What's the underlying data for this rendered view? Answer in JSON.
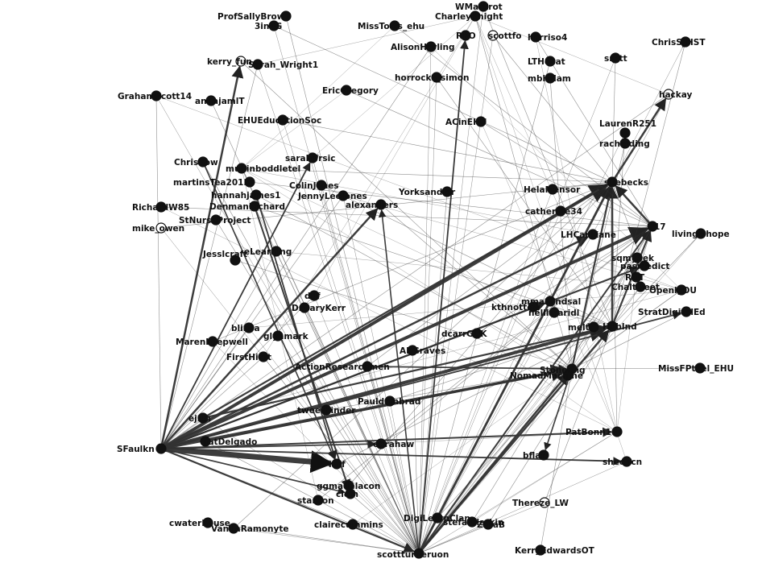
{
  "diagram": {
    "type": "directed network graph",
    "colors": {
      "node": "#111111",
      "node_hollow": "#ffffff",
      "edge": "#333333",
      "background": "#ffffff",
      "label": "#111111"
    },
    "nodes": [
      {
        "id": "SFaulkner",
        "label": "SFaulkn"
      },
      {
        "id": "scottturneruon",
        "label": "scottturneruon"
      },
      {
        "id": "suebecks",
        "label": "suebecks"
      },
      {
        "id": "b17",
        "label": "17"
      },
      {
        "id": "hackay",
        "label": "hackay"
      },
      {
        "id": "HubInd",
        "label": "HubInd"
      },
      {
        "id": "StoneEng",
        "label": "StoneEng"
      },
      {
        "id": "ProfSallyBrown",
        "label": "ProfSallyBrown"
      },
      {
        "id": "3in4G",
        "label": "3in4G"
      },
      {
        "id": "MissTotts_ehu",
        "label": "MissTotts_ehu"
      },
      {
        "id": "WMarkrot",
        "label": "WMarkrot"
      },
      {
        "id": "CharleyKnight",
        "label": "CharleyKnight"
      },
      {
        "id": "AlisonHarling",
        "label": "AlisonHarling"
      },
      {
        "id": "RKO",
        "label": "RKO"
      },
      {
        "id": "scottfocus",
        "label": "scottfo"
      },
      {
        "id": "harriso4",
        "label": "harriso4"
      },
      {
        "id": "ChrisS_HST",
        "label": "ChrisS_HST"
      },
      {
        "id": "kerry_fenn",
        "label": "kerry_fun"
      },
      {
        "id": "Sarah_Wright1",
        "label": "Sarah_Wright1"
      },
      {
        "id": "LTHchat",
        "label": "LTHchat"
      },
      {
        "id": "srott",
        "label": "srott"
      },
      {
        "id": "EricGregory",
        "label": "EricGregory"
      },
      {
        "id": "horrocks_simon",
        "label": "horrocks_simon"
      },
      {
        "id": "mbhslam",
        "label": "mbhslam"
      },
      {
        "id": "GrahamScott14",
        "label": "GrahamScott14"
      },
      {
        "id": "annajamlT",
        "label": "annajamlT"
      },
      {
        "id": "EHUEducationSoc",
        "label": "EHUEducationSoc"
      },
      {
        "id": "ACinEHU",
        "label": "ACinEHU"
      },
      {
        "id": "LaurenR251",
        "label": "LaurenR251"
      },
      {
        "id": "rachelding",
        "label": "rachelding"
      },
      {
        "id": "sarahjfrsic",
        "label": "sarahjfrsic"
      },
      {
        "id": "Chrisbow",
        "label": "Chrisbow"
      },
      {
        "id": "mubinboddletel",
        "label": "mubinboddletel"
      },
      {
        "id": "martinslTeach",
        "label": "martinsTea2013"
      },
      {
        "id": "ColinJones",
        "label": "ColinJones"
      },
      {
        "id": "hannahjames1",
        "label": "hannahjames1"
      },
      {
        "id": "JennyLeeJones",
        "label": "JennyLeeJones"
      },
      {
        "id": "Yorksandlar",
        "label": "Yorksandlar"
      },
      {
        "id": "HelaMensor",
        "label": "HelaMensor"
      },
      {
        "id": "RichardW85",
        "label": "RichardW85"
      },
      {
        "id": "DenmanRichard",
        "label": "DenmanRichard"
      },
      {
        "id": "alexanders",
        "label": "alexanders"
      },
      {
        "id": "catherine34",
        "label": "catherine34"
      },
      {
        "id": "StNurseProject",
        "label": "StNurseProject"
      },
      {
        "id": "mike_owen",
        "label": "mike_owen"
      },
      {
        "id": "LHCarlKane",
        "label": "LHCarlKane"
      },
      {
        "id": "livingwhope",
        "label": "livingwhope"
      },
      {
        "id": "Jessica_lcraft",
        "label": "Jesslcraft"
      },
      {
        "id": "eLearning",
        "label": "eLearning"
      },
      {
        "id": "sqmy3ek",
        "label": "sqmy3ek"
      },
      {
        "id": "pasinedict",
        "label": "pasinedict"
      },
      {
        "id": "ROT",
        "label": "ROT"
      },
      {
        "id": "Chaltweet",
        "label": "Chaltweet"
      },
      {
        "id": "OpenlyOU",
        "label": "OpenlyOU"
      },
      {
        "id": "duf",
        "label": "duf"
      },
      {
        "id": "DrGaryKerr",
        "label": "DrGaryKerr"
      },
      {
        "id": "mmasandsal",
        "label": "mmasandsal"
      },
      {
        "id": "kthnottow",
        "label": "kthnottow"
      },
      {
        "id": "nelllmaridl",
        "label": "nelllmaridl"
      },
      {
        "id": "StratDigitalEd",
        "label": "StratDigitalEd"
      },
      {
        "id": "blinsa",
        "label": "blinsa"
      },
      {
        "id": "glynmark",
        "label": "glynmark"
      },
      {
        "id": "MarenLoepwell",
        "label": "MarenLoepwell"
      },
      {
        "id": "dcarrGUK",
        "label": "dcarrGUK"
      },
      {
        "id": "melt",
        "label": "melt"
      },
      {
        "id": "MissFPteel_EHU",
        "label": "MissFPteel_EHU"
      },
      {
        "id": "FirstHirst",
        "label": "FirstHirst"
      },
      {
        "id": "ABGraves",
        "label": "ABGraves"
      },
      {
        "id": "ActionResearchmen",
        "label": "ActionResearchmen"
      },
      {
        "id": "NomadMachine",
        "label": "NomadMachine"
      },
      {
        "id": "Pauldambrad",
        "label": "Pauldambrad"
      },
      {
        "id": "tweetbinder",
        "label": "tweetbinder"
      },
      {
        "id": "ejsm",
        "label": "ejsm"
      },
      {
        "id": "natDelgado",
        "label": "natDelgado"
      },
      {
        "id": "PatBonn16",
        "label": "PatBonn16"
      },
      {
        "id": "ebrahaw",
        "label": "ebrahaw"
      },
      {
        "id": "mrf",
        "label": "mrf"
      },
      {
        "id": "bflaff",
        "label": "bflaff"
      },
      {
        "id": "sheencn",
        "label": "sheencn"
      },
      {
        "id": "clem",
        "label": "clem"
      },
      {
        "id": "ggmadelacon",
        "label": "ggmadelacon"
      },
      {
        "id": "stanton",
        "label": "stanton"
      },
      {
        "id": "TherezeLW",
        "label": "Thereze_LW"
      },
      {
        "id": "DigiLearner",
        "label": "DigiLearnClan"
      },
      {
        "id": "clairecummins",
        "label": "clairecummins"
      },
      {
        "id": "cwaterhouse",
        "label": "cwaterhouse"
      },
      {
        "id": "VandaRamonyte",
        "label": "VandaRamonyte"
      },
      {
        "id": "stefarslarkin",
        "label": "stefarslarkin"
      },
      {
        "id": "ZaraB",
        "label": "ZaraB"
      },
      {
        "id": "KerryEdwardsOT",
        "label": "KerryEdwardsOT"
      }
    ]
  }
}
